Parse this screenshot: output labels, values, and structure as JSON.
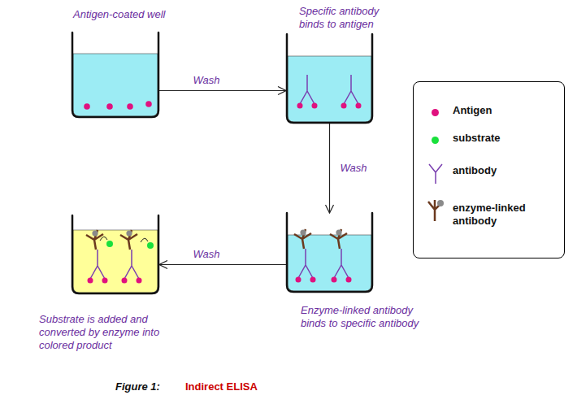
{
  "diagram": {
    "nodes": [
      {
        "text": [
          "Antigen-coated well"
        ]
      },
      {
        "text": [
          "Specific antibody binds to antigen"
        ]
      },
      {
        "text": [
          "Enzyme-linked antibody binds to specific antibody"
        ]
      },
      {
        "text": [
          "Substrate is added and converted by enzyme into colored product"
        ]
      }
    ],
    "edges": [
      {
        "from": 0,
        "to": 1,
        "arrow": "to",
        "label": "Wash"
      },
      {
        "from": 1,
        "to": 2,
        "arrow": "to",
        "label": "Wash"
      },
      {
        "from": 2,
        "to": 3,
        "arrow": "to",
        "label": "Wash"
      }
    ],
    "labels": [
      "Figure 1:",
      "Indirect ELISA"
    ],
    "legend": [
      {
        "text": "Antigen",
        "color": "#e0117f"
      },
      {
        "text": "substrate",
        "color": "#19e03c"
      },
      {
        "text": "antibody"
      },
      {
        "text": "enzyme-linked antibody"
      }
    ]
  }
}
